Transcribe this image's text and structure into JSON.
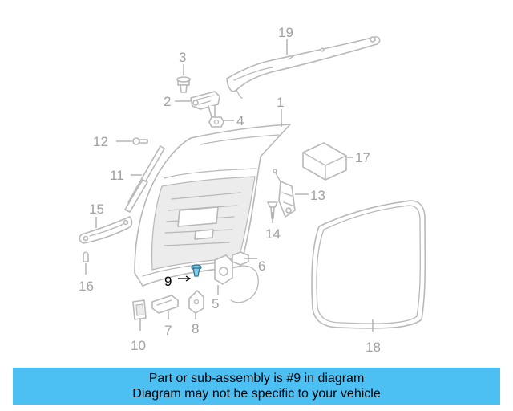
{
  "callouts": {
    "c1": "1",
    "c2": "2",
    "c3": "3",
    "c4": "4",
    "c5": "5",
    "c6": "6",
    "c7": "7",
    "c8": "8",
    "c9": "9",
    "c10": "10",
    "c11": "11",
    "c12": "12",
    "c13": "13",
    "c14": "14",
    "c15": "15",
    "c16": "16",
    "c17": "17",
    "c18": "18",
    "c19": "19"
  },
  "highlight": {
    "part": "9",
    "color": "#7ec8e8"
  },
  "banner": {
    "line1": "Part or sub-assembly is #9 in diagram",
    "line2": "Diagram may not be specific to your vehicle",
    "background": "#4cc0f3"
  }
}
